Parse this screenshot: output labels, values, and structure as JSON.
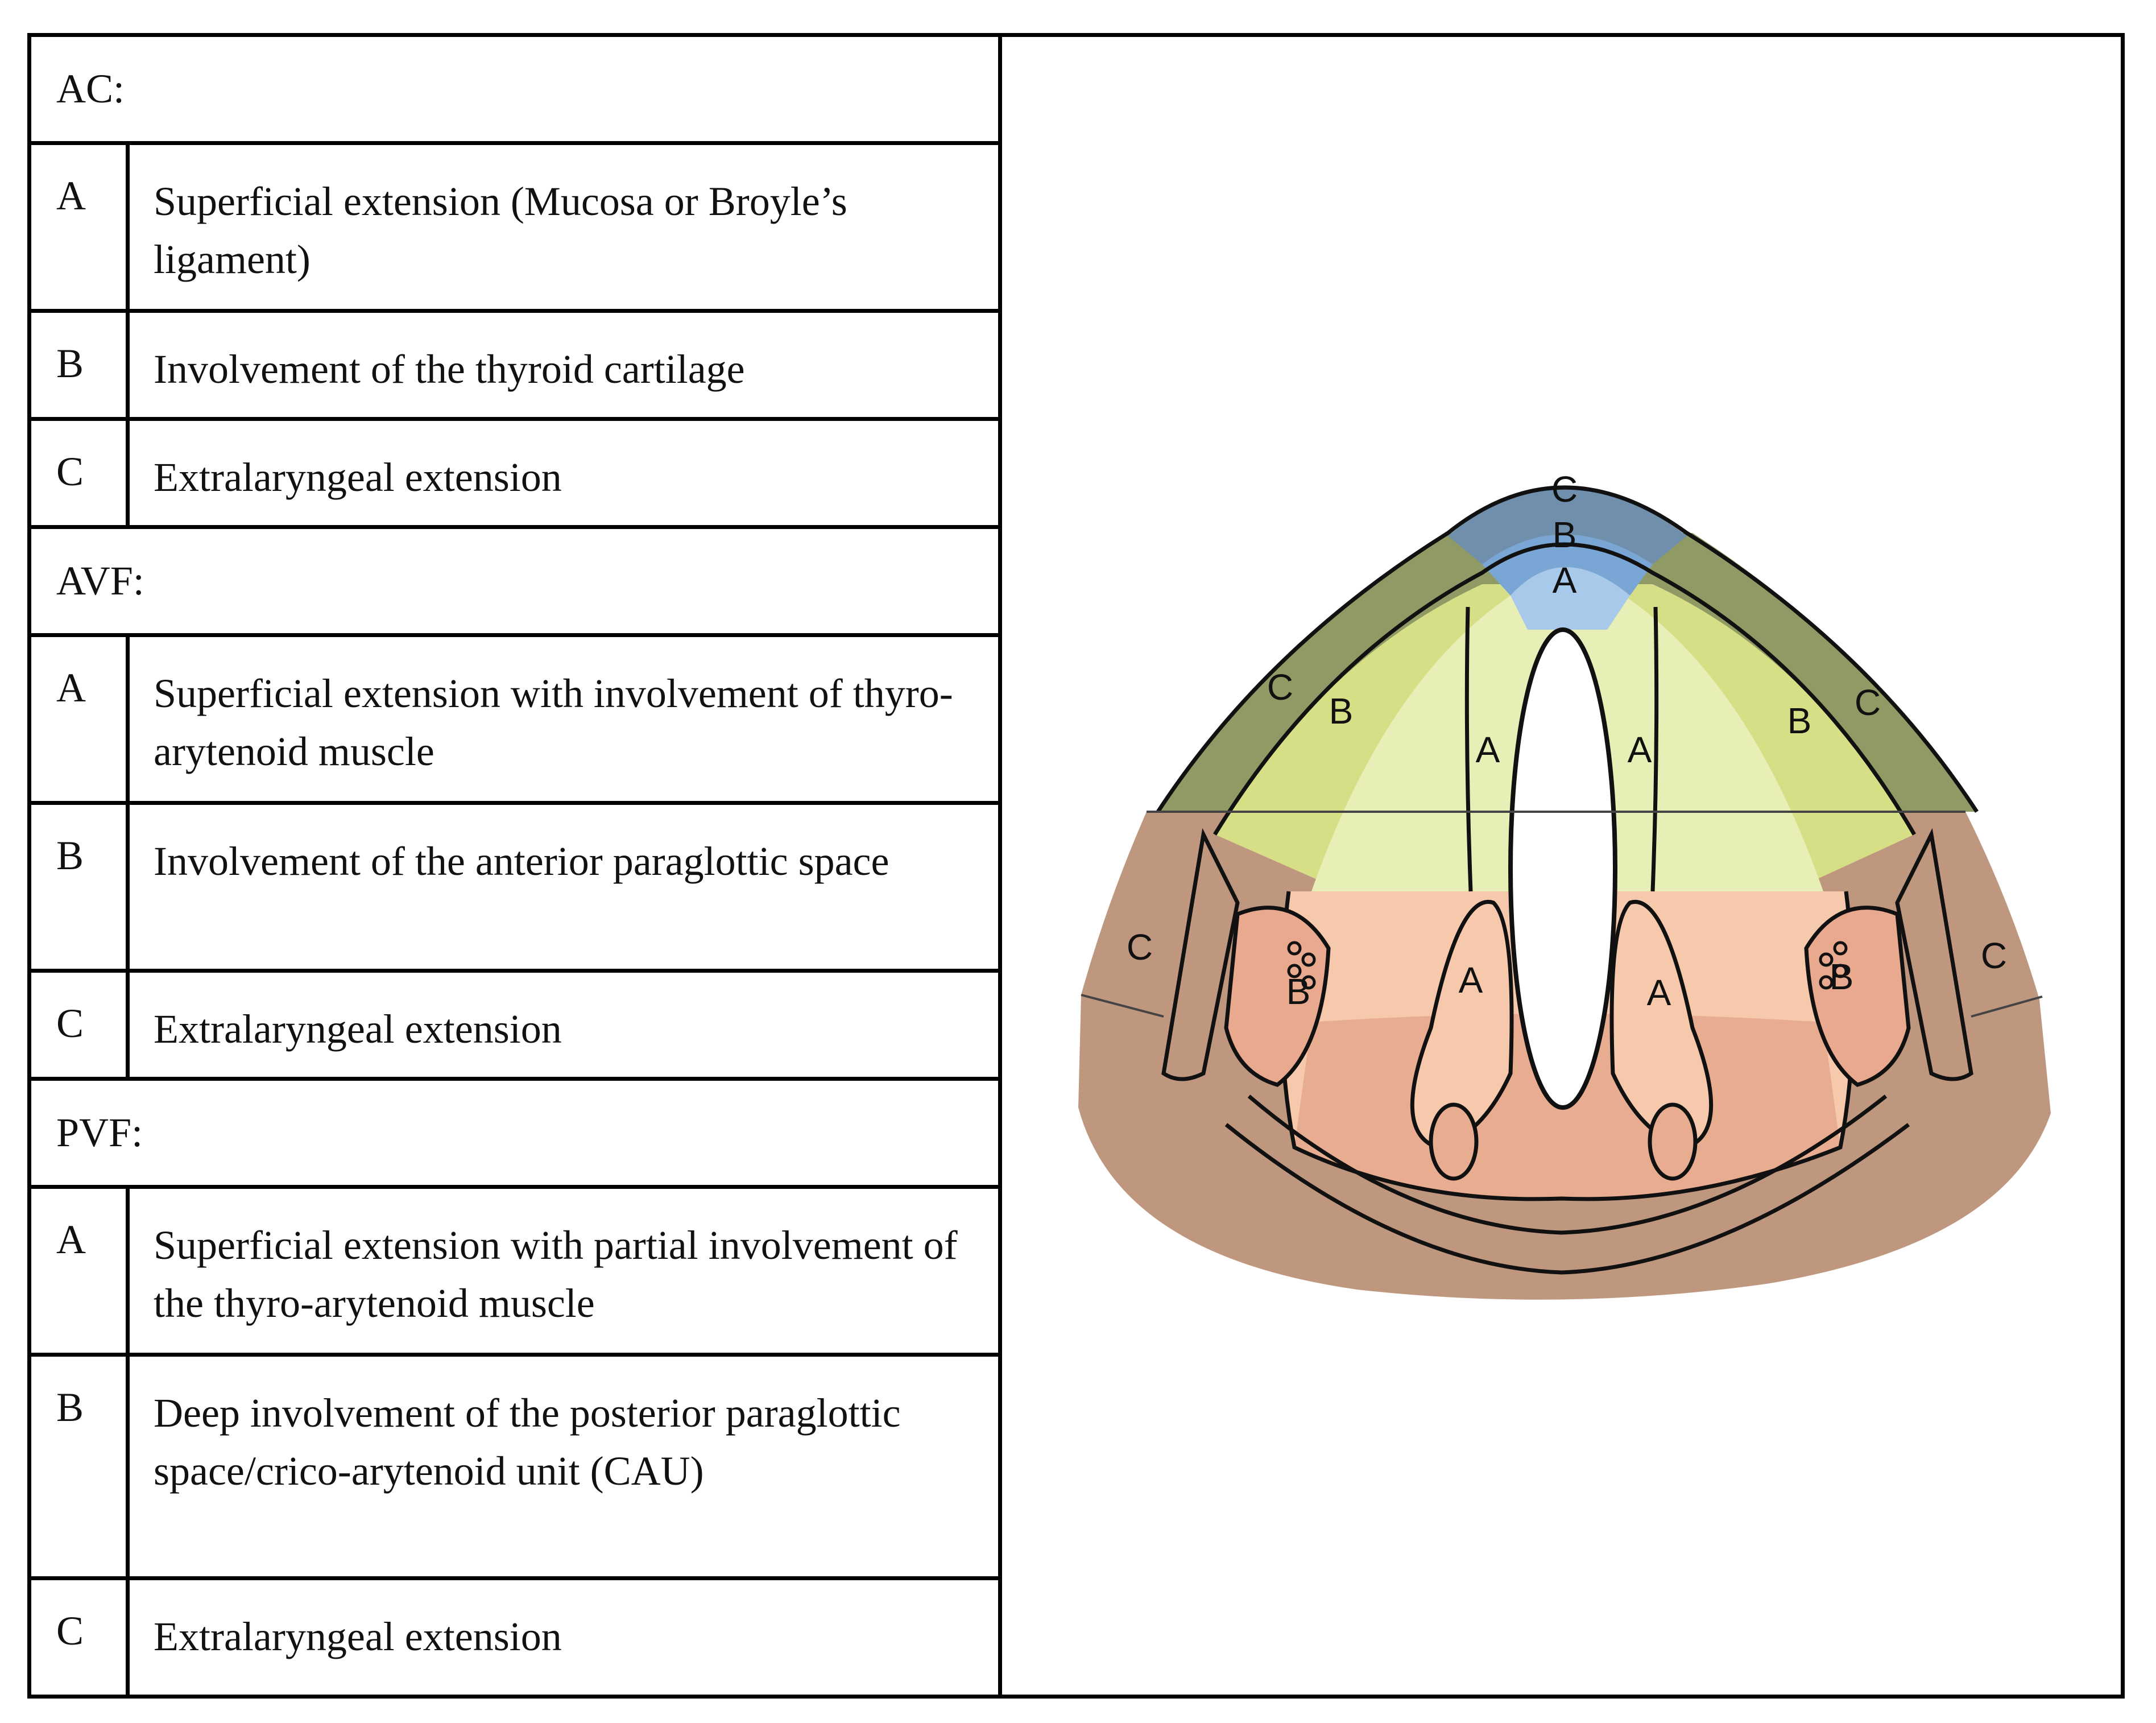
{
  "table": {
    "sections": [
      {
        "title": "AC:",
        "rows": [
          {
            "letter": "A",
            "text": "Superficial extension (Mucosa or Broyle’s ligament)"
          },
          {
            "letter": "B",
            "text": "Involvement of the thyroid cartilage"
          },
          {
            "letter": "C",
            "text": "Extralaryngeal extension"
          }
        ]
      },
      {
        "title": "AVF:",
        "rows": [
          {
            "letter": "A",
            "text": "Superficial extension with involvement of thyro-arytenoid muscle"
          },
          {
            "letter": "B",
            "text": "Involvement of the anterior paraglottic space"
          },
          {
            "letter": "C",
            "text": "Extralaryngeal extension"
          }
        ]
      },
      {
        "title": "PVF:",
        "rows": [
          {
            "letter": "A",
            "text": "Superficial extension with partial involvement of the thyro-arytenoid muscle"
          },
          {
            "letter": "B",
            "text": "Deep involvement of the posterior paraglottic space/crico-arytenoid unit (CAU)"
          },
          {
            "letter": "C",
            "text": "Extralaryngeal extension"
          }
        ]
      }
    ]
  },
  "diagram": {
    "labels": {
      "ac_c": "C",
      "ac_b": "B",
      "ac_a": "A",
      "avf_c_left": "C",
      "avf_b_left": "B",
      "avf_a_left": "A",
      "avf_a_right": "A",
      "avf_b_right": "B",
      "avf_c_right": "C",
      "pvf_c_left": "C",
      "pvf_b_left": "B",
      "pvf_a_left": "A",
      "pvf_a_right": "A",
      "pvf_b_right": "B",
      "pvf_c_right": "C"
    },
    "colors": {
      "ac_c": "#6f8fac",
      "ac_b": "#7aa6d6",
      "ac_a": "#a9c9ea",
      "avf_c": "#8f9a64",
      "avf_b": "#d6df86",
      "avf_a": "#e8efb6",
      "pvf_c": "#d49f87",
      "pvf_b": "#e8a98f",
      "pvf_a": "#f6c8ac",
      "outer": "#bf977f",
      "deep": "#e8ad90"
    }
  }
}
